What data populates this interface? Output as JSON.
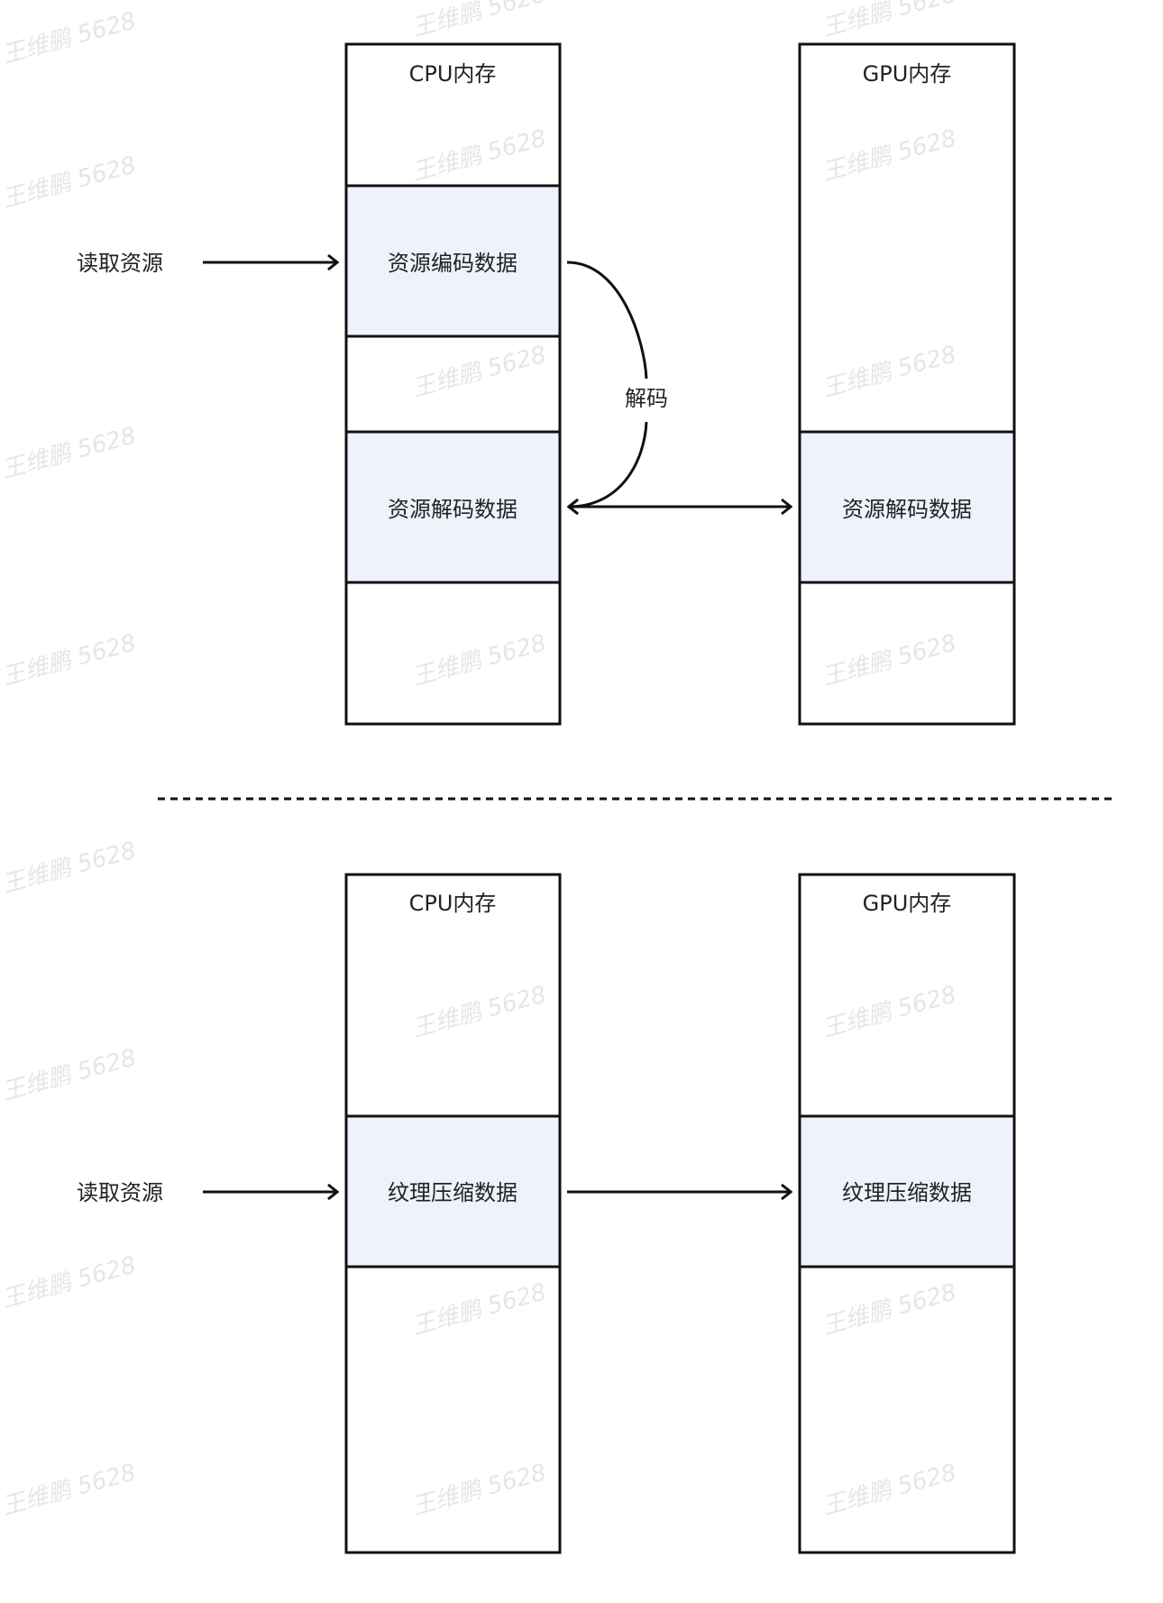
{
  "watermark": "王维鹏 5628",
  "colors": {
    "block_fill": "#eef2fa",
    "stroke": "#111111"
  },
  "top": {
    "source_label": "读取资源",
    "cpu": {
      "title": "CPU内存",
      "encoded_block": "资源编码数据",
      "decoded_block": "资源解码数据"
    },
    "decode_label": "解码",
    "gpu": {
      "title": "GPU内存",
      "decoded_block": "资源解码数据"
    }
  },
  "bottom": {
    "source_label": "读取资源",
    "cpu": {
      "title": "CPU内存",
      "compressed_block": "纹理压缩数据"
    },
    "gpu": {
      "title": "GPU内存",
      "compressed_block": "纹理压缩数据"
    }
  }
}
